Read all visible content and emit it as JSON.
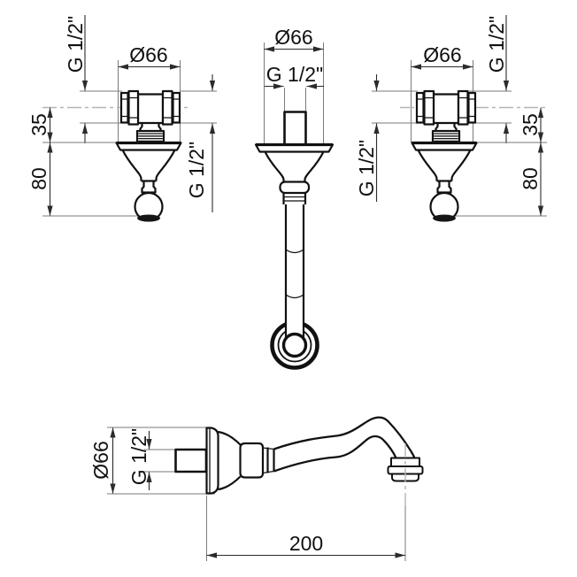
{
  "figures": {
    "top_left_valve": {
      "diameter": "Ø66",
      "thread_top": "G 1/2\"",
      "thread_side": "G 1/2\"",
      "offset_35": "35",
      "height_80": "80"
    },
    "top_center_spout_front": {
      "diameter": "Ø66",
      "thread": "G 1/2\""
    },
    "top_right_valve": {
      "diameter": "Ø66",
      "thread_top": "G 1/2\"",
      "thread_side": "G 1/2\"",
      "offset_35": "35",
      "height_80": "80"
    },
    "bottom_spout_side": {
      "diameter": "Ø66",
      "thread": "G 1/2\"",
      "reach_200": "200"
    }
  },
  "colors": {
    "object_line": "#111111",
    "dimension_line": "#2b2b2b",
    "extension_line": "#7a7a7a",
    "centerline": "#b5b5b5",
    "background": "#ffffff"
  }
}
